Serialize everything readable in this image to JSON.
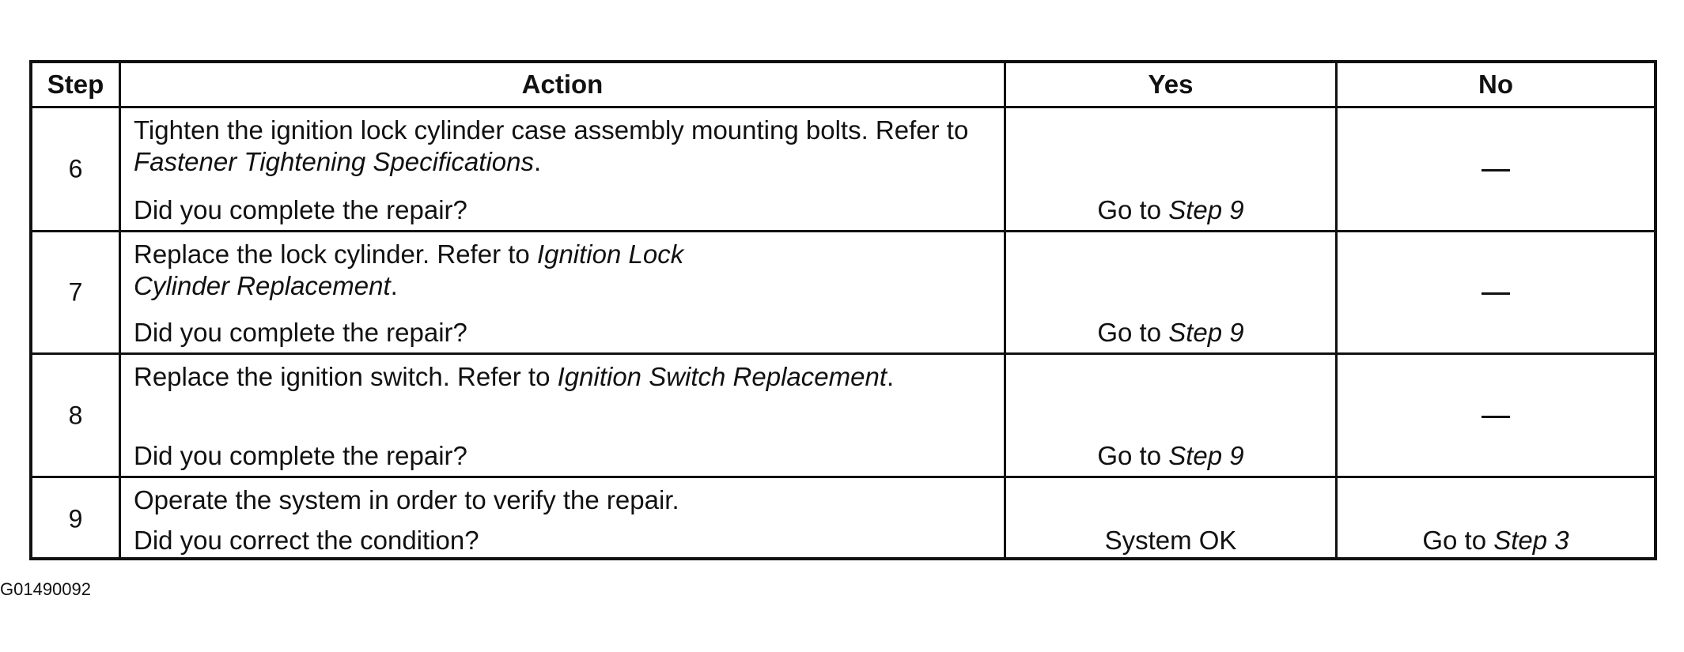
{
  "table": {
    "headers": {
      "step": "Step",
      "action": "Action",
      "yes": "Yes",
      "no": "No"
    },
    "rows": [
      {
        "step": "6",
        "action_pre": "Tighten the ignition lock cylinder case assembly mounting bolts. Refer to ",
        "action_ref": "Fastener Tightening Specifications",
        "action_post": ".",
        "question": "Did you complete the repair?",
        "yes_pre": "Go to ",
        "yes_ref": "Step 9",
        "no_symbol": "—"
      },
      {
        "step": "7",
        "action_pre": "Replace the lock cylinder. Refer to ",
        "action_ref": "Ignition Lock Cylinder Replacement",
        "action_post": ".",
        "question": "Did you complete the repair?",
        "yes_pre": "Go to ",
        "yes_ref": "Step 9",
        "no_symbol": "—"
      },
      {
        "step": "8",
        "action_pre": "Replace the ignition switch. Refer to ",
        "action_ref": "Ignition Switch Replacement",
        "action_post": ".",
        "question": "Did you complete the repair?",
        "yes_pre": "Go to ",
        "yes_ref": "Step 9",
        "no_symbol": "—"
      },
      {
        "step": "9",
        "action_pre": "Operate the system in order to verify the repair.",
        "question": "Did you correct the condition?",
        "yes_text": "System OK",
        "no_pre": "Go to ",
        "no_ref": "Step 3"
      }
    ]
  },
  "figure_id": "G01490092"
}
